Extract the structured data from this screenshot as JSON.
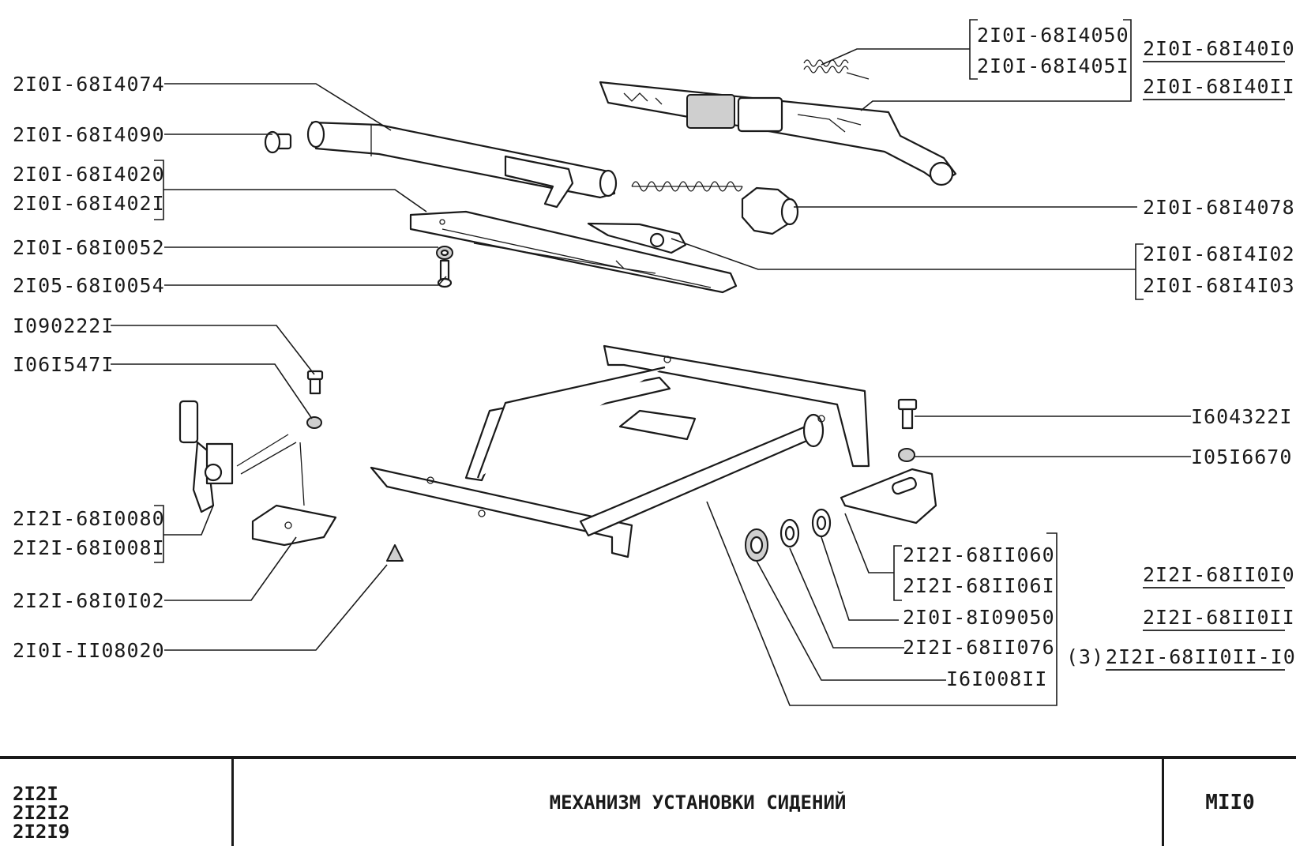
{
  "labels": {
    "p_4074": "2I0I-68I4074",
    "p_4090": "2I0I-68I4090",
    "p_4020": "2I0I-68I4020",
    "p_4021": "2I0I-68I402I",
    "p_0052": "2I0I-68I0052",
    "p_0054": "2I05-68I0054",
    "p_2221": "I090222I",
    "p_5471": "I06I547I",
    "p_0080": "2I2I-68I0080",
    "p_0081": "2I2I-68I008I",
    "p_0102": "2I2I-68I0I02",
    "p_8020": "2I0I-II08020",
    "p_4050": "2I0I-68I4050",
    "p_4051": "2I0I-68I405I",
    "p_4010": "2I0I-68I40I0",
    "p_4011": "2I0I-68I40II",
    "p_4078": "2I0I-68I4078",
    "p_4102": "2I0I-68I4I02",
    "p_4103": "2I0I-68I4I03",
    "p_3221": "I604322I",
    "p_6670": "I05I6670",
    "p_1060": "2I2I-68II060",
    "p_1061": "2I2I-68II06I",
    "p_9050": "2I0I-8I09050",
    "p_1076": "2I2I-68II076",
    "p_0811": "I6I008II",
    "p_1010": "2I2I-68II0I0",
    "p_1011": "2I2I-68II0II",
    "p_101110_prefix": "(3)",
    "p_101110": "2I2I-68II0II-I0"
  },
  "title_block": {
    "models": [
      "2I2I",
      "2I2I2",
      "2I2I9"
    ],
    "title": "МЕХАНИЗМ УСТАНОВКИ СИДЕНИЙ",
    "sheet_code": "MII0"
  }
}
